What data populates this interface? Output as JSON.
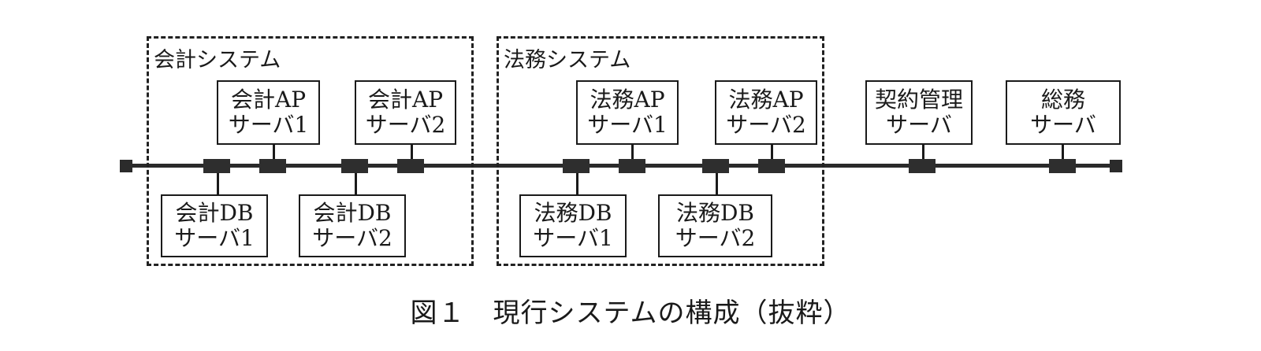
{
  "diagram": {
    "caption": "図１　現行システムの構成（抜粋）",
    "groups": [
      {
        "label": "会計システム"
      },
      {
        "label": "法務システム"
      }
    ],
    "servers": {
      "kaikei_ap1": {
        "line1": "会計AP",
        "line2": "サーバ1"
      },
      "kaikei_ap2": {
        "line1": "会計AP",
        "line2": "サーバ2"
      },
      "kaikei_db1": {
        "line1": "会計DB",
        "line2": "サーバ1"
      },
      "kaikei_db2": {
        "line1": "会計DB",
        "line2": "サーバ2"
      },
      "houmu_ap1": {
        "line1": "法務AP",
        "line2": "サーバ1"
      },
      "houmu_ap2": {
        "line1": "法務AP",
        "line2": "サーバ2"
      },
      "houmu_db1": {
        "line1": "法務DB",
        "line2": "サーバ1"
      },
      "houmu_db2": {
        "line1": "法務DB",
        "line2": "サーバ2"
      },
      "keiyaku": {
        "line1": "契約管理",
        "line2": "サーバ"
      },
      "soumu": {
        "line1": "総務",
        "line2": "サーバ"
      }
    },
    "network": {
      "type": "bus",
      "terminators": 2,
      "connections": 10
    }
  }
}
